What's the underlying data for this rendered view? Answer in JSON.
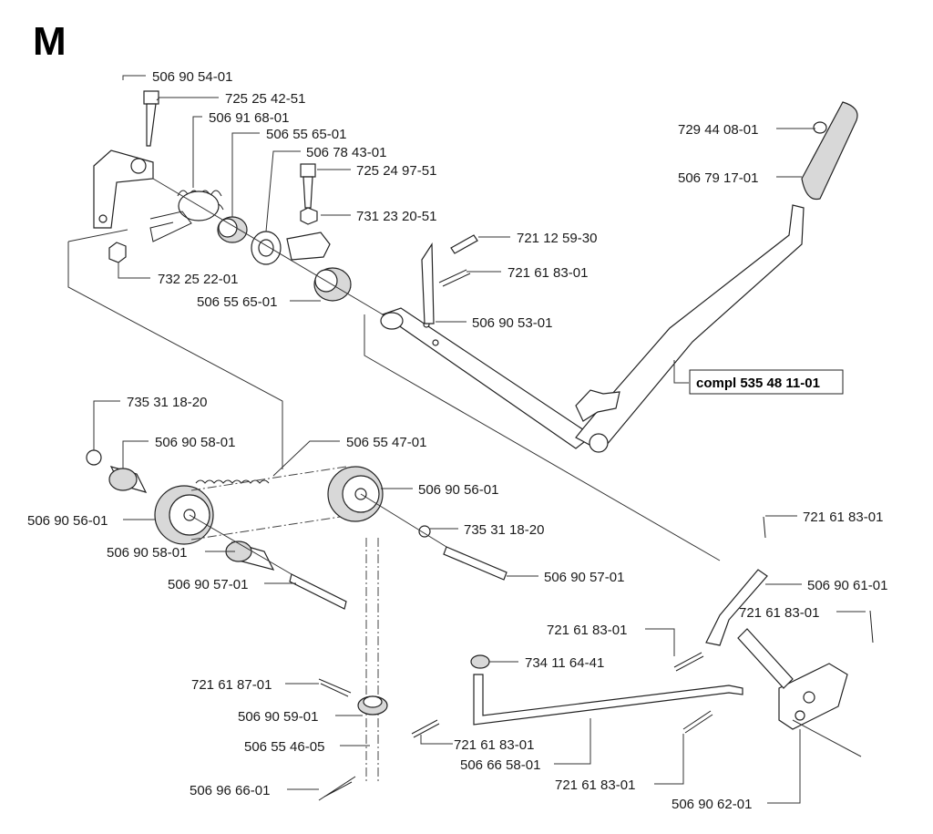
{
  "sheet_letter": "M",
  "assembly_label": "compl 535 48 11-01",
  "part_labels": [
    "506 90 54-01",
    "725 25 42-51",
    "506 91 68-01",
    "506 55 65-01",
    "506 78 43-01",
    "725 24 97-51",
    "731 23 20-51",
    "732 25 22-01",
    "506 55 65-01",
    "729 44 08-01",
    "506 79 17-01",
    "721 12 59-30",
    "721 61 83-01",
    "506 90 53-01",
    "735 31 18-20",
    "506 90 58-01",
    "506 55 47-01",
    "506 90 56-01",
    "506 90 56-01",
    "735 31 18-20",
    "506 90 58-01",
    "506 90 57-01",
    "506 90 57-01",
    "721 61 83-01",
    "506 90 61-01",
    "721 61 83-01",
    "721 61 83-01",
    "734 11 64-41",
    "721 61 87-01",
    "506 90 59-01",
    "506 55 46-05",
    "721 61 83-01",
    "506 66 58-01",
    "721 61 83-01",
    "506 96 66-01",
    "506 90 62-01"
  ]
}
